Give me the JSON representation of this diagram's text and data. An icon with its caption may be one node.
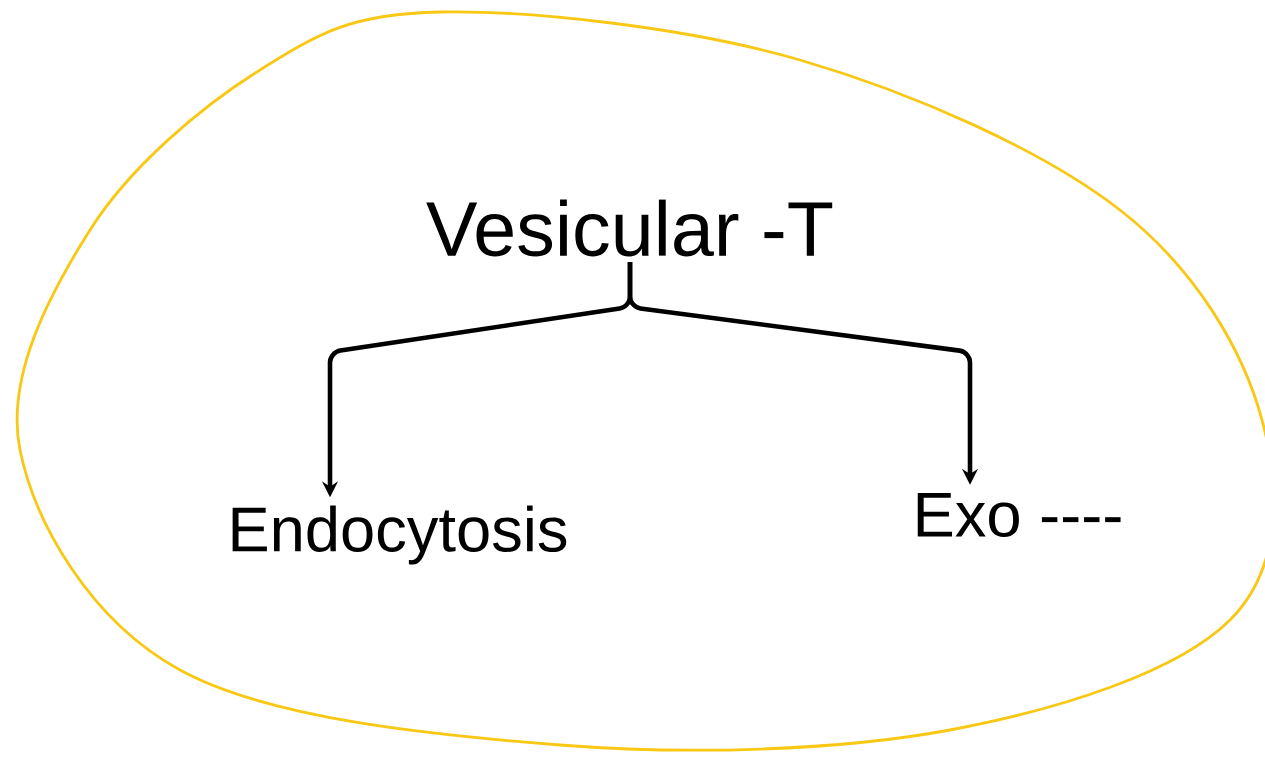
{
  "diagram": {
    "nodes": [
      {
        "text": [
          "Vesicular -T"
        ]
      },
      {
        "text": [
          "Endocytosis"
        ]
      },
      {
        "text": [
          "Exo ----"
        ]
      }
    ],
    "edges": [
      {
        "from": 0,
        "to": 1,
        "arrow": "to"
      },
      {
        "from": 0,
        "to": 2,
        "arrow": "to"
      }
    ]
  }
}
